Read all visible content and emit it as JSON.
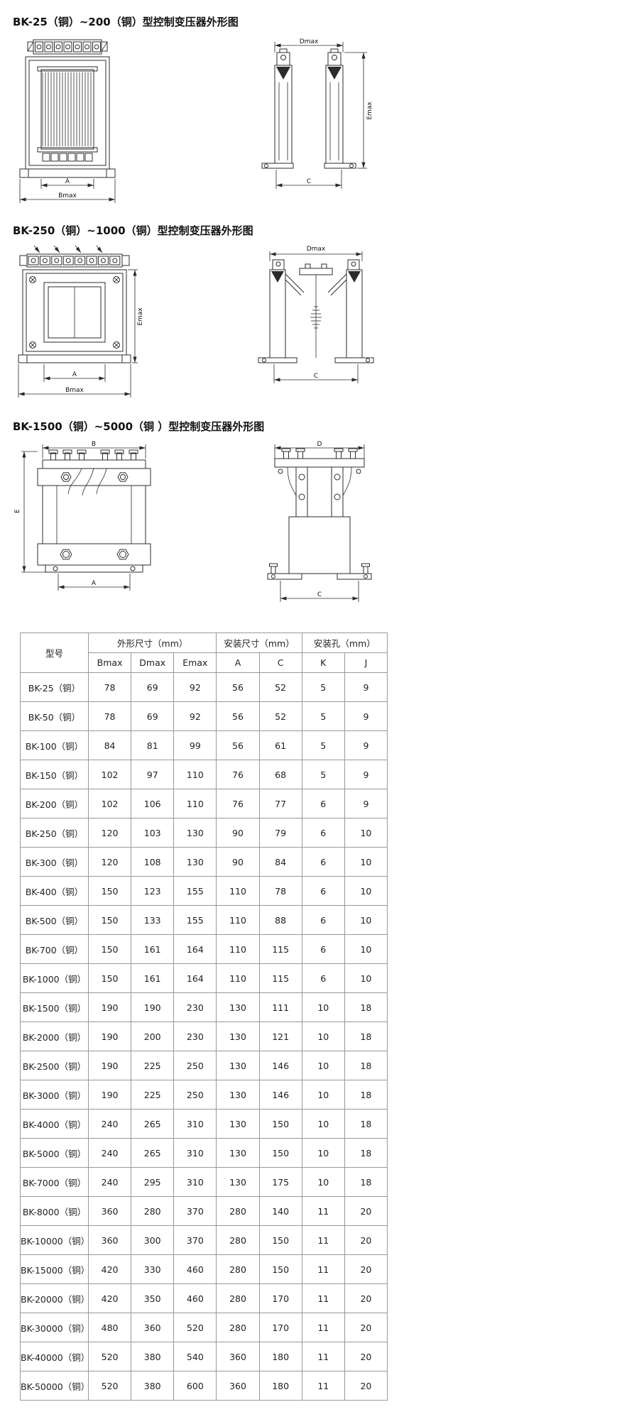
{
  "page": {
    "background": "#ffffff",
    "text_color": "#1a1a1a",
    "border_color": "#999999"
  },
  "sections": [
    {
      "heading": "BK-25（铜）~200（铜）型控制变压器外形图",
      "front": {
        "dim_a": "A",
        "dim_b": "Bmax"
      },
      "side": {
        "dim_d": "Dmax",
        "dim_e": "Emax",
        "dim_c": "C"
      }
    },
    {
      "heading": "BK-250（铜）~1000（铜）型控制变压器外形图",
      "front": {
        "dim_a": "A",
        "dim_b": "Bmax",
        "dim_e": "Emax"
      },
      "side": {
        "dim_d": "Dmax",
        "dim_c": "C"
      }
    },
    {
      "heading": "BK-1500（铜）~5000（铜 ）型控制变压器外形图",
      "front": {
        "dim_b": "B",
        "dim_e": "E",
        "dim_a": "A"
      },
      "side": {
        "dim_d": "D",
        "dim_c": "C"
      }
    }
  ],
  "table": {
    "group_headers": [
      {
        "label": "型号",
        "span": 1
      },
      {
        "label": "外形尺寸（mm）",
        "span": 3
      },
      {
        "label": "安装尺寸（mm）",
        "span": 2
      },
      {
        "label": "安装孔（mm）",
        "span": 2
      }
    ],
    "sub_headers": [
      "Bmax",
      "Dmax",
      "Emax",
      "A",
      "C",
      "K",
      "J"
    ],
    "rows": [
      {
        "model": "BK-25（铜）",
        "values": [
          78,
          69,
          92,
          56,
          52,
          5,
          9
        ]
      },
      {
        "model": "BK-50（铜）",
        "values": [
          78,
          69,
          92,
          56,
          52,
          5,
          9
        ]
      },
      {
        "model": "BK-100（铜）",
        "values": [
          84,
          81,
          99,
          56,
          61,
          5,
          9
        ]
      },
      {
        "model": "BK-150（铜）",
        "values": [
          102,
          97,
          110,
          76,
          68,
          5,
          9
        ]
      },
      {
        "model": "BK-200（铜）",
        "values": [
          102,
          106,
          110,
          76,
          77,
          6,
          9
        ]
      },
      {
        "model": "BK-250（铜）",
        "values": [
          120,
          103,
          130,
          90,
          79,
          6,
          10
        ]
      },
      {
        "model": "BK-300（铜）",
        "values": [
          120,
          108,
          130,
          90,
          84,
          6,
          10
        ]
      },
      {
        "model": "BK-400（铜）",
        "values": [
          150,
          123,
          155,
          110,
          78,
          6,
          10
        ]
      },
      {
        "model": "BK-500（铜）",
        "values": [
          150,
          133,
          155,
          110,
          88,
          6,
          10
        ]
      },
      {
        "model": "BK-700（铜）",
        "values": [
          150,
          161,
          164,
          110,
          115,
          6,
          10
        ]
      },
      {
        "model": "BK-1000（铜）",
        "values": [
          150,
          161,
          164,
          110,
          115,
          6,
          10
        ]
      },
      {
        "model": "BK-1500（铜）",
        "values": [
          190,
          190,
          230,
          130,
          111,
          10,
          18
        ]
      },
      {
        "model": "BK-2000（铜）",
        "values": [
          190,
          200,
          230,
          130,
          121,
          10,
          18
        ]
      },
      {
        "model": "BK-2500（铜）",
        "values": [
          190,
          225,
          250,
          130,
          146,
          10,
          18
        ]
      },
      {
        "model": "BK-3000（铜）",
        "values": [
          190,
          225,
          250,
          130,
          146,
          10,
          18
        ]
      },
      {
        "model": "BK-4000（铜）",
        "values": [
          240,
          265,
          310,
          130,
          150,
          10,
          18
        ]
      },
      {
        "model": "BK-5000（铜）",
        "values": [
          240,
          265,
          310,
          130,
          150,
          10,
          18
        ]
      },
      {
        "model": "BK-7000（铜）",
        "values": [
          240,
          295,
          310,
          130,
          175,
          10,
          18
        ]
      },
      {
        "model": "BK-8000（铜）",
        "values": [
          360,
          280,
          370,
          280,
          140,
          11,
          20
        ]
      },
      {
        "model": "BK-10000（铜）",
        "values": [
          360,
          300,
          370,
          280,
          150,
          11,
          20
        ]
      },
      {
        "model": "BK-15000（铜）",
        "values": [
          420,
          330,
          460,
          280,
          150,
          11,
          20
        ]
      },
      {
        "model": "BK-20000（铜）",
        "values": [
          420,
          350,
          460,
          280,
          170,
          11,
          20
        ]
      },
      {
        "model": "BK-30000（铜）",
        "values": [
          480,
          360,
          520,
          280,
          170,
          11,
          20
        ]
      },
      {
        "model": "BK-40000（铜）",
        "values": [
          520,
          380,
          540,
          360,
          180,
          11,
          20
        ]
      },
      {
        "model": "BK-50000（铜）",
        "values": [
          520,
          380,
          600,
          360,
          180,
          11,
          20
        ]
      }
    ]
  }
}
